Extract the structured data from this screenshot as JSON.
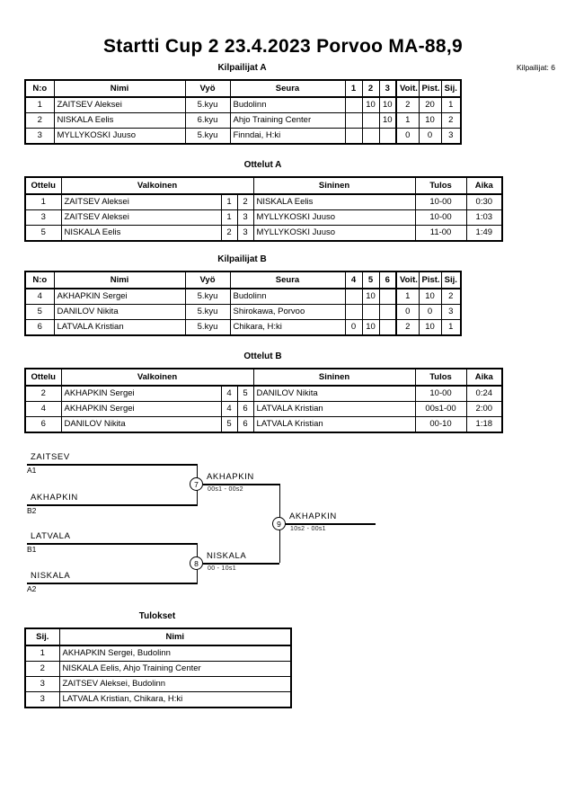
{
  "header": {
    "title": "Startti Cup 2  23.4.2023  Porvoo   MA-88,9",
    "entrants_label": "Kilpailijat: 6"
  },
  "sections": {
    "pool_a_heading": "Kilpailijat A",
    "matches_a_heading": "Ottelut A",
    "pool_b_heading": "Kilpailijat B",
    "matches_b_heading": "Ottelut B",
    "results_heading": "Tulokset"
  },
  "pool_table_headers": {
    "no": "N:o",
    "name": "Nimi",
    "belt": "Vyö",
    "club": "Seura",
    "wins": "Voit.",
    "points": "Pist.",
    "rank": "Sij."
  },
  "pool_a": {
    "opponent_columns": [
      "1",
      "2",
      "3"
    ],
    "rows": [
      {
        "no": "1",
        "name": "ZAITSEV Aleksei",
        "belt": "5.kyu",
        "club": "Budolinn",
        "scores": [
          "",
          "10",
          "10"
        ],
        "wins": "2",
        "points": "20",
        "rank": "1"
      },
      {
        "no": "2",
        "name": "NISKALA Eelis",
        "belt": "6.kyu",
        "club": "Ahjo Training Center",
        "scores": [
          "",
          "",
          "10"
        ],
        "wins": "1",
        "points": "10",
        "rank": "2"
      },
      {
        "no": "3",
        "name": "MYLLYKOSKI Juuso",
        "belt": "5.kyu",
        "club": "Finndai, H:ki",
        "scores": [
          "",
          "",
          ""
        ],
        "wins": "0",
        "points": "0",
        "rank": "3"
      }
    ]
  },
  "pool_b": {
    "opponent_columns": [
      "4",
      "5",
      "6"
    ],
    "rows": [
      {
        "no": "4",
        "name": "AKHAPKIN Sergei",
        "belt": "5.kyu",
        "club": "Budolinn",
        "scores": [
          "",
          "10",
          ""
        ],
        "wins": "1",
        "points": "10",
        "rank": "2"
      },
      {
        "no": "5",
        "name": "DANILOV Nikita",
        "belt": "5.kyu",
        "club": "Shirokawa, Porvoo",
        "scores": [
          "",
          "",
          ""
        ],
        "wins": "0",
        "points": "0",
        "rank": "3"
      },
      {
        "no": "6",
        "name": "LATVALA Kristian",
        "belt": "5.kyu",
        "club": "Chikara, H:ki",
        "scores": [
          "0",
          "10",
          ""
        ],
        "wins": "2",
        "points": "10",
        "rank": "1"
      }
    ]
  },
  "match_table_headers": {
    "match": "Ottelu",
    "white": "Valkoinen",
    "blue": "Sininen",
    "result": "Tulos",
    "time": "Aika"
  },
  "matches_a": [
    {
      "no": "1",
      "white": "ZAITSEV Aleksei",
      "white_no": "1",
      "blue_no": "2",
      "blue": "NISKALA Eelis",
      "result": "10-00",
      "time": "0:30"
    },
    {
      "no": "3",
      "white": "ZAITSEV Aleksei",
      "white_no": "1",
      "blue_no": "3",
      "blue": "MYLLYKOSKI Juuso",
      "result": "10-00",
      "time": "1:03"
    },
    {
      "no": "5",
      "white": "NISKALA Eelis",
      "white_no": "2",
      "blue_no": "3",
      "blue": "MYLLYKOSKI Juuso",
      "result": "11-00",
      "time": "1:49"
    }
  ],
  "matches_b": [
    {
      "no": "2",
      "white": "AKHAPKIN Sergei",
      "white_no": "4",
      "blue_no": "5",
      "blue": "DANILOV Nikita",
      "result": "10-00",
      "time": "0:24"
    },
    {
      "no": "4",
      "white": "AKHAPKIN Sergei",
      "white_no": "4",
      "blue_no": "6",
      "blue": "LATVALA Kristian",
      "result": "00s1-00",
      "time": "2:00"
    },
    {
      "no": "6",
      "white": "DANILOV Nikita",
      "white_no": "5",
      "blue_no": "6",
      "blue": "LATVALA Kristian",
      "result": "00-10",
      "time": "1:18"
    }
  ],
  "bracket": {
    "entries": [
      {
        "name": "ZAITSEV",
        "seed": "A1"
      },
      {
        "name": "AKHAPKIN",
        "seed": "B2"
      },
      {
        "name": "LATVALA",
        "seed": "B1"
      },
      {
        "name": "NISKALA",
        "seed": "A2"
      }
    ],
    "semifinals": [
      {
        "node": "7",
        "winner": "AKHAPKIN",
        "score": "00s1 - 00s2"
      },
      {
        "node": "8",
        "winner": "NISKALA",
        "score": "00 - 10s1"
      }
    ],
    "final": {
      "node": "9",
      "winner": "AKHAPKIN",
      "score": "10s2 - 00s1"
    }
  },
  "results_table_headers": {
    "rank": "Sij.",
    "name": "Nimi"
  },
  "results": [
    {
      "rank": "1",
      "name": "AKHAPKIN Sergei, Budolinn"
    },
    {
      "rank": "2",
      "name": "NISKALA Eelis, Ahjo Training Center"
    },
    {
      "rank": "3",
      "name": "ZAITSEV Aleksei, Budolinn"
    },
    {
      "rank": "3",
      "name": "LATVALA Kristian, Chikara, H:ki"
    }
  ]
}
